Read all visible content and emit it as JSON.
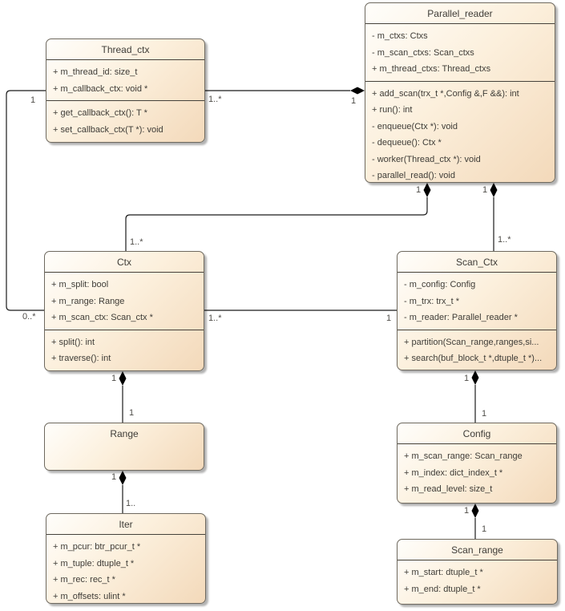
{
  "diagram_type": "uml-class-diagram",
  "colors": {
    "background": "#ffffff",
    "box_gradient_start": "#fffefb",
    "box_gradient_end": "#f3d9ba",
    "box_border": "#6e695f",
    "separator": "#45423b",
    "connector_line": "#1a1a1a",
    "diamond_fill": "#000000",
    "text": "#3e3c37",
    "multiplicity_text": "#4f4d49"
  },
  "classes": {
    "parallel_reader": {
      "title": "Parallel_reader",
      "attributes": [
        "- m_ctxs: Ctxs",
        "- m_scan_ctxs: Scan_ctxs",
        "+ m_thread_ctxs: Thread_ctxs"
      ],
      "methods": [
        "+ add_scan(trx_t *,Config &,F &&): int",
        "+ run(): int",
        "- enqueue(Ctx *): void",
        "- dequeue(): Ctx *",
        "- worker(Thread_ctx *): void",
        "- parallel_read(): void"
      ]
    },
    "thread_ctx": {
      "title": "Thread_ctx",
      "attributes": [
        "+ m_thread_id: size_t",
        "+ m_callback_ctx: void *"
      ],
      "methods": [
        "+ get_callback_ctx(): T *",
        "+ set_callback_ctx(T *): void"
      ]
    },
    "ctx": {
      "title": "Ctx",
      "attributes": [
        "+ m_split: bool",
        "+ m_range: Range",
        "+ m_scan_ctx: Scan_ctx *"
      ],
      "methods": [
        "+ split(): int",
        "+ traverse(): int"
      ]
    },
    "scan_ctx": {
      "title": "Scan_Ctx",
      "attributes": [
        "- m_config: Config",
        "- m_trx: trx_t *",
        "- m_reader: Parallel_reader *"
      ],
      "methods": [
        "+ partition(Scan_range,ranges,si...",
        "+ search(buf_block_t *,dtuple_t *)..."
      ]
    },
    "range": {
      "title": "Range",
      "attributes": [],
      "methods": []
    },
    "iter": {
      "title": "Iter",
      "attributes": [
        "+ m_pcur: btr_pcur_t *",
        "+ m_tuple: dtuple_t *",
        "+ m_rec: rec_t *",
        "+ m_offsets: ulint *"
      ],
      "methods": []
    },
    "config": {
      "title": "Config",
      "attributes": [
        "+ m_scan_range: Scan_range",
        "+ m_index: dict_index_t *",
        "+ m_read_level: size_t"
      ],
      "methods": []
    },
    "scan_range": {
      "title": "Scan_range",
      "attributes": [
        "+ m_start: dtuple_t *",
        "+ m_end: dtuple_t *"
      ],
      "methods": []
    }
  },
  "relationships": [
    {
      "from": "Parallel_reader",
      "to": "Thread_ctx",
      "type": "composition",
      "from_label": "1",
      "to_label": "1..*"
    },
    {
      "from": "Thread_ctx",
      "to": "Ctx",
      "type": "association",
      "from_label": "1",
      "to_label": "0..*"
    },
    {
      "from": "Parallel_reader",
      "to": "Ctx",
      "type": "composition",
      "from_label": "1",
      "to_label": "1..*"
    },
    {
      "from": "Parallel_reader",
      "to": "Scan_Ctx",
      "type": "composition",
      "from_label": "1",
      "to_label": "1..*"
    },
    {
      "from": "Ctx",
      "to": "Scan_Ctx",
      "type": "association",
      "from_label": "1..*",
      "to_label": "1"
    },
    {
      "from": "Ctx",
      "to": "Range",
      "type": "composition",
      "from_label": "1",
      "to_label": "1"
    },
    {
      "from": "Range",
      "to": "Iter",
      "type": "composition",
      "from_label": "1",
      "to_label": "1.."
    },
    {
      "from": "Scan_Ctx",
      "to": "Config",
      "type": "composition",
      "from_label": "1",
      "to_label": "1"
    },
    {
      "from": "Config",
      "to": "Scan_range",
      "type": "composition",
      "from_label": "1",
      "to_label": "1"
    }
  ],
  "multiplicities": {
    "pr_thread_diamond": "1",
    "thread_right": "1..*",
    "thread_left": "1",
    "ctx_left": "0..*",
    "pr_ctx_diamond": "1",
    "ctx_top": "1..*",
    "pr_scanctx_diamond": "1",
    "scanctx_top": "1..*",
    "ctx_right": "1..*",
    "scanctx_left": "1",
    "ctx_bottom": "1",
    "range_top": "1",
    "range_bottom": "1",
    "iter_top": "1..",
    "scanctx_bottom": "1",
    "config_top": "1",
    "config_bottom": "1",
    "scanrange_top": "1"
  }
}
